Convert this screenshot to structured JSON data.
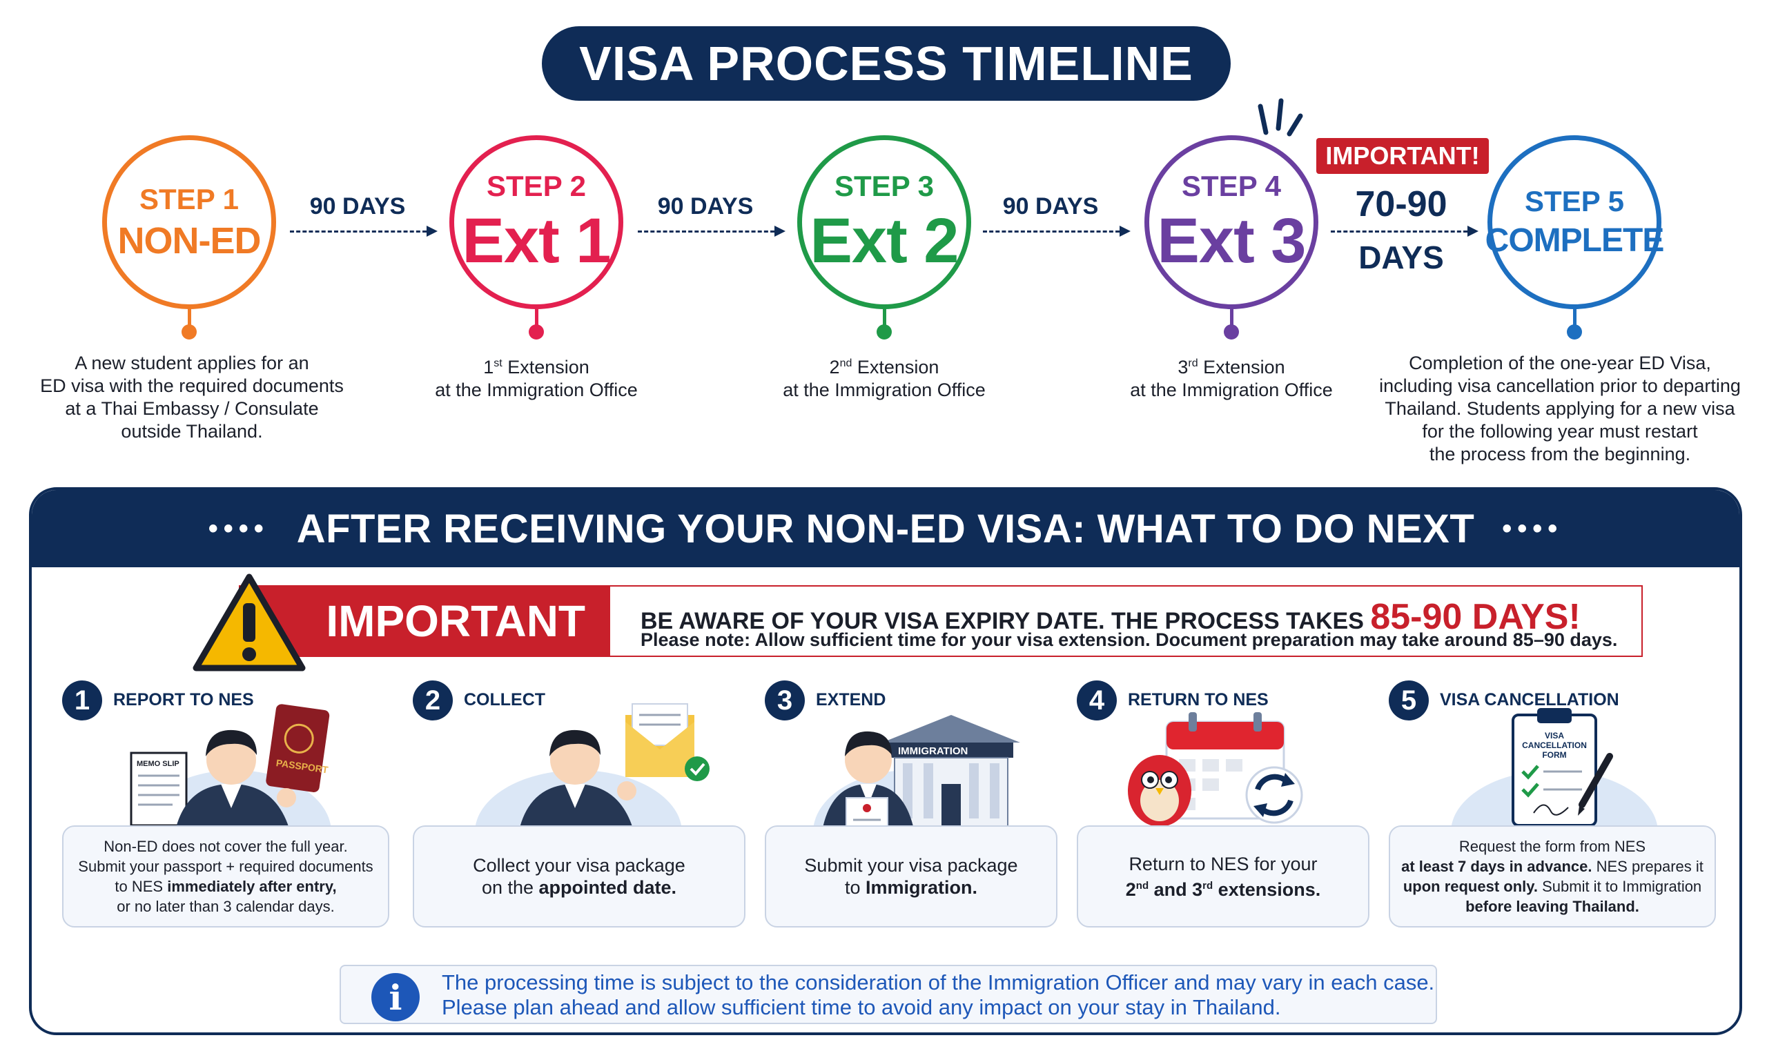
{
  "title": "VISA PROCESS TIMELINE",
  "colors": {
    "navy": "#0f2c57",
    "step1": "#f07a25",
    "step2": "#e3204f",
    "step3": "#1f9a48",
    "step4": "#6a3fa0",
    "step5": "#1d6fc0",
    "alert": "#c8202b",
    "info": "#1d57b8"
  },
  "timeline": {
    "steps": [
      {
        "label": "STEP 1",
        "name": "NON-ED",
        "desc": [
          "A new student applies for an",
          "ED visa with the required documents",
          "at a Thai Embassy / Consulate",
          "outside Thailand."
        ]
      },
      {
        "label": "STEP 2",
        "name": "Ext 1",
        "desc_sup": "st",
        "desc_num": "1",
        "desc_rest": " Extension",
        "desc_line2": "at the Immigration Office"
      },
      {
        "label": "STEP 3",
        "name": "Ext 2",
        "desc_sup": "nd",
        "desc_num": "2",
        "desc_rest": " Extension",
        "desc_line2": "at the Immigration Office"
      },
      {
        "label": "STEP 4",
        "name": "Ext 3",
        "desc_sup": "rd",
        "desc_num": "3",
        "desc_rest": " Extension",
        "desc_line2": "at the Immigration Office"
      },
      {
        "label": "STEP 5",
        "name": "COMPLETE",
        "desc": [
          "Completion of the one-year ED Visa,",
          "including visa cancellation prior to departing",
          "Thailand. Students applying for a new visa",
          "for the following year must restart",
          "the process from the beginning."
        ]
      }
    ],
    "intervals": [
      "90 DAYS",
      "90 DAYS",
      "90 DAYS"
    ],
    "final_interval_range": "70-90",
    "final_interval_unit": "DAYS",
    "important_tag": "IMPORTANT!"
  },
  "panel": {
    "header": "AFTER RECEIVING YOUR NON-ED VISA: WHAT TO DO NEXT",
    "dots": "••••",
    "important": {
      "label": "IMPORTANT",
      "line1_prefix": "BE AWARE OF YOUR VISA EXPIRY DATE. THE PROCESS TAKES ",
      "line1_days": "85-90 DAYS!",
      "line2": "Please note: Allow sufficient time for your visa extension. Document preparation may take around 85–90 days."
    },
    "actions": [
      {
        "num": "1",
        "title": "REPORT TO NES",
        "illus_tags": [
          "MEMO SLIP",
          "PASSPORT"
        ],
        "l1": "Non-ED does not cover the full year.",
        "l2": "Submit your passport + required documents",
        "l3a": "to NES ",
        "l3b": "immediately after entry,",
        "l4": "or no later than 3 calendar days."
      },
      {
        "num": "2",
        "title": "COLLECT",
        "l1": "Collect your visa package",
        "l2a": "on the ",
        "l2b": "appointed date."
      },
      {
        "num": "3",
        "title": "EXTEND",
        "illus_tags": [
          "IMMIGRATION"
        ],
        "l1": "Submit your visa package",
        "l2a": "to ",
        "l2b": "Immigration."
      },
      {
        "num": "4",
        "title": "RETURN TO NES",
        "l1": "Return to NES for your",
        "n1": "2",
        "s1": "nd",
        "mid": " and ",
        "n2": "3",
        "s2": "rd",
        "end": " extensions."
      },
      {
        "num": "5",
        "title": "VISA CANCELLATION",
        "illus_tags": [
          "VISA",
          "CANCELLATION",
          "FORM"
        ],
        "l1": "Request the form from NES",
        "l2a": "at least 7 days in advance.",
        "l2b": " NES prepares it",
        "l3a": "upon request only.",
        "l3b": " Submit it to Immigration",
        "l4": "before leaving Thailand."
      }
    ],
    "info": {
      "icon": "i",
      "line1": "The processing time is subject to the consideration of the Immigration Officer and may vary in each case.",
      "line2": "Please plan ahead and allow sufficient time to avoid any impact on your stay in Thailand."
    }
  }
}
